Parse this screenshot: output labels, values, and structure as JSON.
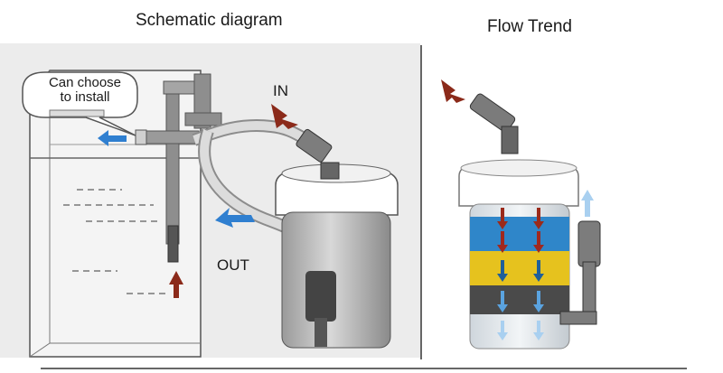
{
  "titles": {
    "schematic": "Schematic diagram",
    "flow": "Flow Trend"
  },
  "labels": {
    "callout_line1": "Can choose",
    "callout_line2": "to install",
    "in": "IN",
    "out": "OUT"
  },
  "colors": {
    "in_arrow": "#8b2a1a",
    "out_arrow": "#2f7fd0",
    "flow_blue": "#2f86c9",
    "flow_yellow": "#e6c21e",
    "flow_dark": "#4a4a4a",
    "panel_bg": "#ececec"
  },
  "icons": [
    "in-arrow-icon",
    "out-arrow-icon",
    "flow-down-arrow-icon",
    "flow-up-arrow-icon"
  ]
}
